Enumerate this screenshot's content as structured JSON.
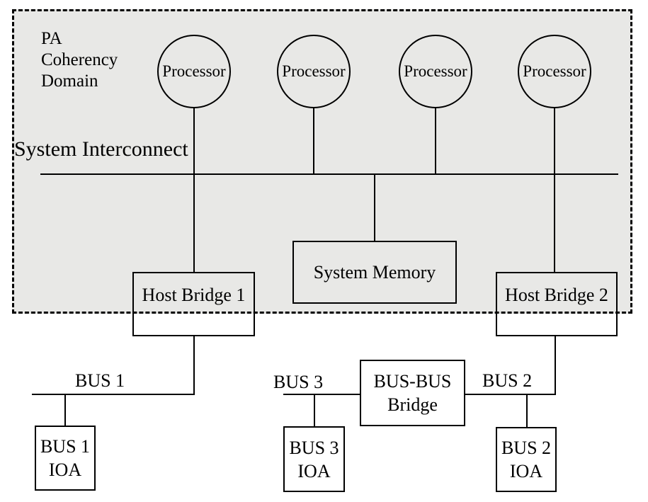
{
  "domain_box": {
    "title_lines": [
      "PA",
      "Coherency",
      "Domain"
    ],
    "fill_color": "#e8e8e6",
    "border_color": "#000000"
  },
  "interconnect": {
    "label": "System Interconnect"
  },
  "processors": [
    {
      "label": "Processor"
    },
    {
      "label": "Processor"
    },
    {
      "label": "Processor"
    },
    {
      "label": "Processor"
    }
  ],
  "system_memory": {
    "label": "System Memory"
  },
  "host_bridges": [
    {
      "label": "Host Bridge 1"
    },
    {
      "label": "Host Bridge 2"
    }
  ],
  "buses": [
    {
      "label": "BUS 1"
    },
    {
      "label": "BUS 3"
    },
    {
      "label": "BUS 2"
    }
  ],
  "bus_bridge": {
    "lines": [
      "BUS-BUS",
      "Bridge"
    ]
  },
  "ioas": [
    {
      "lines": [
        "BUS 1",
        "IOA"
      ]
    },
    {
      "lines": [
        "BUS 3",
        "IOA"
      ]
    },
    {
      "lines": [
        "BUS 2",
        "IOA"
      ]
    }
  ]
}
